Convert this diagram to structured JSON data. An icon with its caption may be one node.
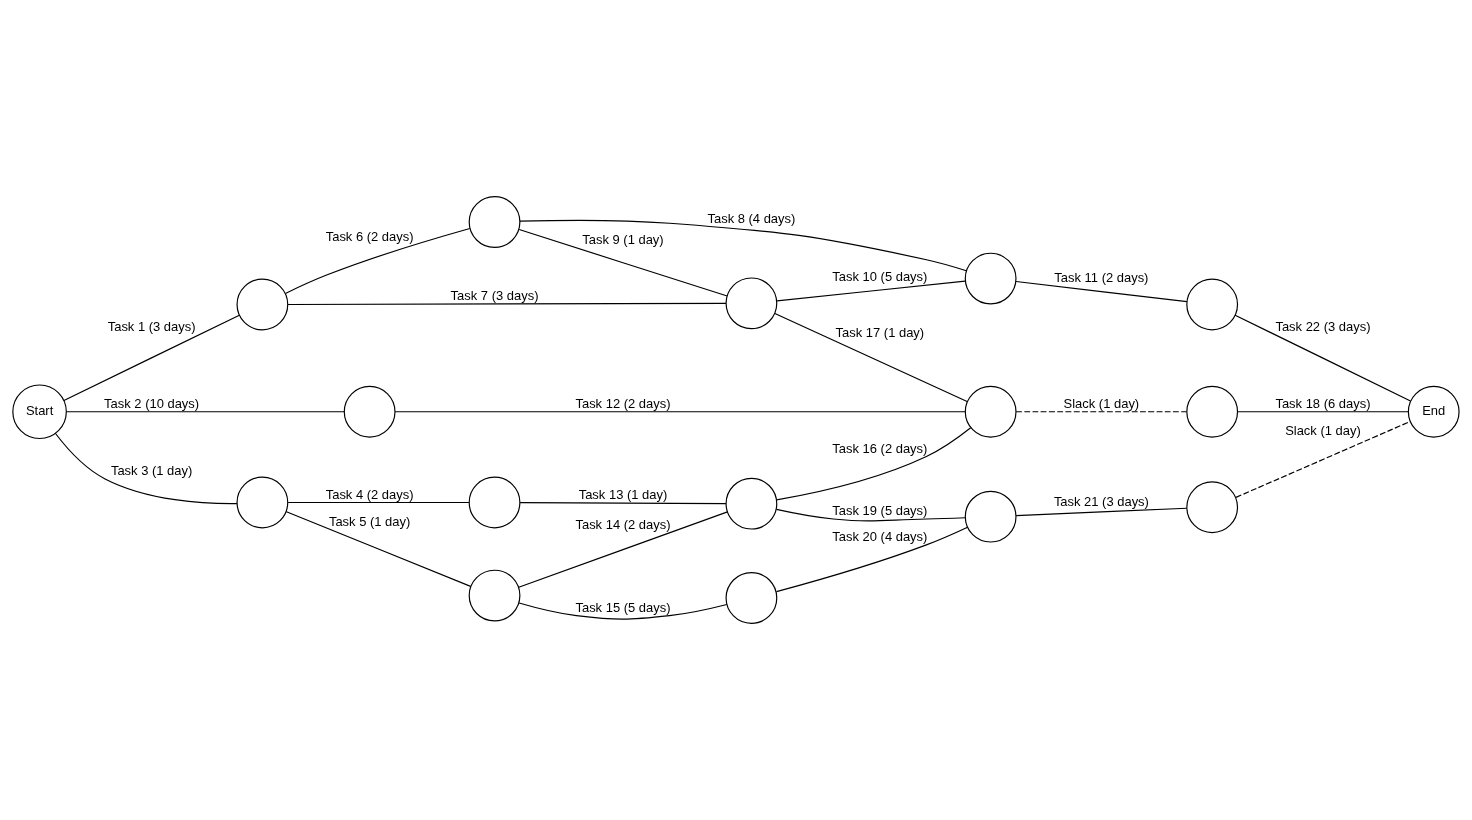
{
  "diagram": {
    "nodes": [
      {
        "text": [
          "Start"
        ]
      },
      {
        "text": [],
        "shape": "circle"
      },
      {
        "text": [],
        "shape": "circle"
      },
      {
        "text": [],
        "shape": "circle"
      },
      {
        "text": [],
        "shape": "circle"
      },
      {
        "text": [],
        "shape": "circle"
      },
      {
        "text": [],
        "shape": "circle"
      },
      {
        "text": [],
        "shape": "circle"
      },
      {
        "text": [],
        "shape": "circle"
      },
      {
        "text": [
          "End"
        ]
      },
      {
        "text": [],
        "shape": "circle"
      },
      {
        "text": [],
        "shape": "circle"
      },
      {
        "text": [],
        "shape": "circle"
      },
      {
        "text": [],
        "shape": "circle"
      },
      {
        "text": [],
        "shape": "circle"
      },
      {
        "text": [],
        "shape": "circle"
      },
      {
        "text": [],
        "shape": "circle"
      }
    ],
    "edges": [
      {
        "from": 0,
        "to": 1,
        "arrow": "none",
        "label": "Task 1 (3 days)"
      },
      {
        "from": 0,
        "to": 6,
        "arrow": "none",
        "label": "Task 2 (10 days)"
      },
      {
        "from": 0,
        "to": 10,
        "arrow": "none",
        "label": "Task 3 (1 day)"
      },
      {
        "from": 10,
        "to": 11,
        "arrow": "none",
        "label": "Task 4 (2 days)"
      },
      {
        "from": 10,
        "to": 13,
        "arrow": "none",
        "label": "Task 5 (1 day)"
      },
      {
        "from": 1,
        "to": 2,
        "arrow": "none",
        "label": "Task 6 (2 days)"
      },
      {
        "from": 1,
        "to": 3,
        "arrow": "none",
        "label": "Task 7 (3 days)"
      },
      {
        "from": 2,
        "to": 4,
        "arrow": "none",
        "label": "Task 8 (4 days)"
      },
      {
        "from": 2,
        "to": 3,
        "arrow": "none",
        "label": "Task 9 (1 day)"
      },
      {
        "from": 3,
        "to": 4,
        "arrow": "none",
        "label": "Task 10 (5 days)"
      },
      {
        "from": 4,
        "to": 5,
        "arrow": "none",
        "label": "Task 11 (2 days)"
      },
      {
        "from": 3,
        "to": 7,
        "arrow": "none",
        "label": "Task 17 (1 day)"
      },
      {
        "from": 6,
        "to": 7,
        "arrow": "none",
        "label": "Task 12 (2 days)"
      },
      {
        "from": 11,
        "to": 12,
        "arrow": "none",
        "label": "Task 13 (1 day)"
      },
      {
        "from": 13,
        "to": 12,
        "arrow": "none",
        "label": "Task 14 (2 days)"
      },
      {
        "from": 13,
        "to": 16,
        "arrow": "none",
        "label": "Task 15 (5 days)"
      },
      {
        "from": 12,
        "to": 7,
        "arrow": "none",
        "label": "Task 16 (2 days)"
      },
      {
        "from": 7,
        "to": 8,
        "arrow": "none",
        "label": "Slack (1 day)",
        "style": "dashed"
      },
      {
        "from": 8,
        "to": 9,
        "arrow": "none",
        "label": "Task 18 (6 days)"
      },
      {
        "from": 12,
        "to": 14,
        "arrow": "none",
        "label": "Task 19 (5 days)"
      },
      {
        "from": 16,
        "to": 14,
        "arrow": "none",
        "label": "Task 20 (4 days)"
      },
      {
        "from": 14,
        "to": 15,
        "arrow": "none",
        "label": "Task 21 (3 days)"
      },
      {
        "from": 15,
        "to": 9,
        "arrow": "none",
        "label": "Slack (1 day)",
        "style": "dashed"
      },
      {
        "from": 5,
        "to": 9,
        "arrow": "none",
        "label": "Task 22 (3 days)"
      }
    ]
  }
}
